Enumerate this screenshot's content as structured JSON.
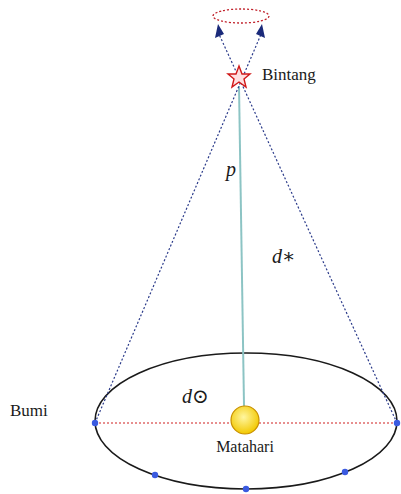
{
  "diagram": {
    "labels": [
      "Bintang",
      "p",
      "d∗",
      "Bumi",
      "d⊙",
      "Matahari"
    ]
  }
}
